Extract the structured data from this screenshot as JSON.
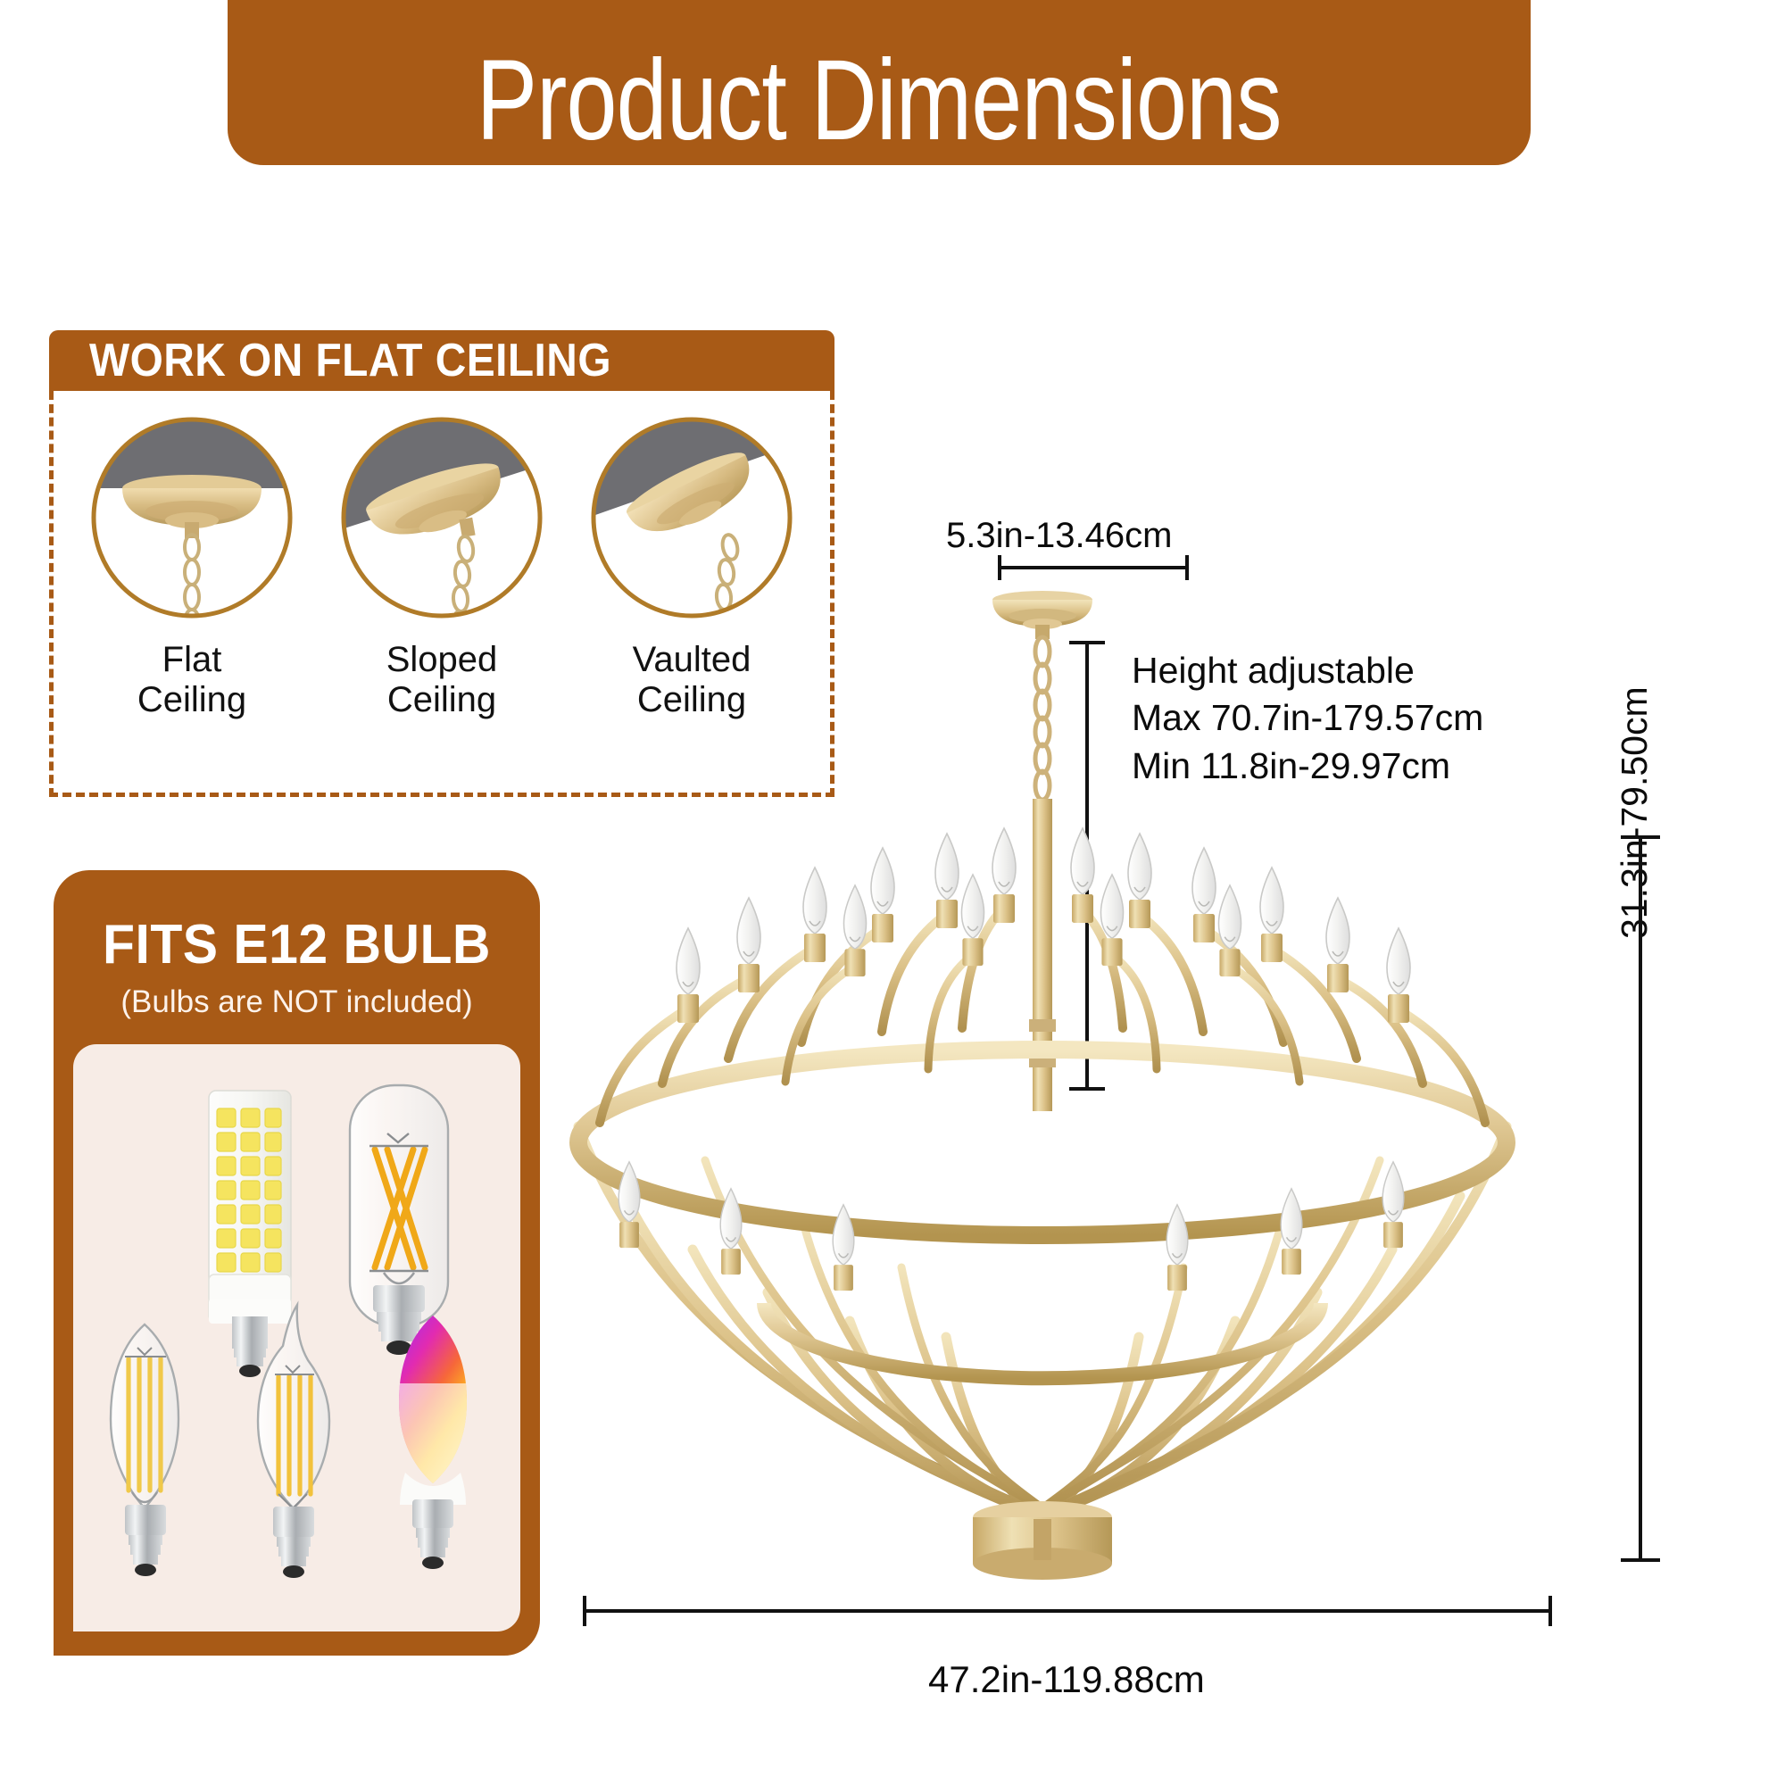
{
  "header": {
    "title": "Product Dimensions",
    "banner_color": "#a85a16"
  },
  "ceiling_section": {
    "label": "WORK ON FLAT CEILING",
    "items": [
      {
        "name": "flat-ceiling",
        "line1": "Flat",
        "line2": "Ceiling"
      },
      {
        "name": "sloped-ceiling",
        "line1": "Sloped",
        "line2": "Ceiling"
      },
      {
        "name": "vaulted-ceiling",
        "line1": "Vaulted",
        "line2": "Ceiling"
      }
    ]
  },
  "bulb_section": {
    "title": "FITS E12 BULB",
    "subtitle": "(Bulbs are NOT included)",
    "panel_color": "#a85a16",
    "inner_bg": "#f7ece6",
    "bulbs": [
      {
        "name": "led-corn-bulb",
        "type": "corn"
      },
      {
        "name": "tubular-filament-bulb",
        "type": "tubular"
      },
      {
        "name": "candle-filament-bulb",
        "type": "candle"
      },
      {
        "name": "flame-tip-filament-bulb",
        "type": "flame"
      },
      {
        "name": "rgb-smart-bulb",
        "type": "rgb"
      }
    ]
  },
  "dimensions": {
    "canopy_width": "5.3in-13.46cm",
    "height_adjustable_label": "Height adjustable",
    "height_max": "Max 70.7in-179.57cm",
    "height_min": "Min 11.8in-29.97cm",
    "fixture_height": "31.3in-79.50cm",
    "fixture_width": "47.2in-119.88cm"
  },
  "colors": {
    "brand_brown": "#a85a16",
    "gold_light": "#e8cf97",
    "gold_mid": "#d4b478",
    "gold_dark": "#b8995c",
    "ceiling_gray": "#6e6e72",
    "text_black": "#0b0b0b"
  }
}
